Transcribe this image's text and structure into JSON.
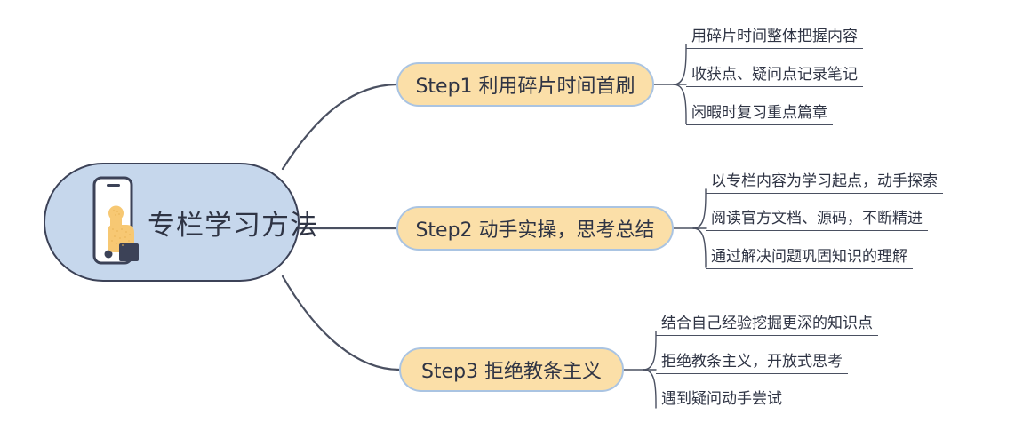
{
  "diagram": {
    "type": "mindmap",
    "title": "专栏学习方法",
    "orientation": "left-to-right",
    "colors": {
      "root_fill": "#c6d7ec",
      "root_border": "#3c4257",
      "branch_fill": "#fbdfa8",
      "branch_border": "#aac4e2",
      "text": "#2f3444",
      "connector": "#4a5061",
      "icon_hand": "#f7c873",
      "icon_phone_body": "#ffffff",
      "icon_phone_outline": "#3c4257",
      "background": "#ffffff"
    }
  },
  "root": {
    "label": "专栏学习方法",
    "icon": "phone-tap-icon"
  },
  "branches": [
    {
      "id": "step1",
      "label": "Step1 利用碎片时间首刷",
      "leaves": [
        "用碎片时间整体把握内容",
        "收获点、疑问点记录笔记",
        "闲暇时复习重点篇章"
      ]
    },
    {
      "id": "step2",
      "label": "Step2 动手实操，思考总结",
      "leaves": [
        "以专栏内容为学习起点，动手探索",
        "阅读官方文档、源码，不断精进",
        "通过解决问题巩固知识的理解"
      ]
    },
    {
      "id": "step3",
      "label": "Step3 拒绝教条主义",
      "leaves": [
        "结合自己经验挖掘更深的知识点",
        "拒绝教条主义，开放式思考",
        "遇到疑问动手尝试"
      ]
    }
  ]
}
